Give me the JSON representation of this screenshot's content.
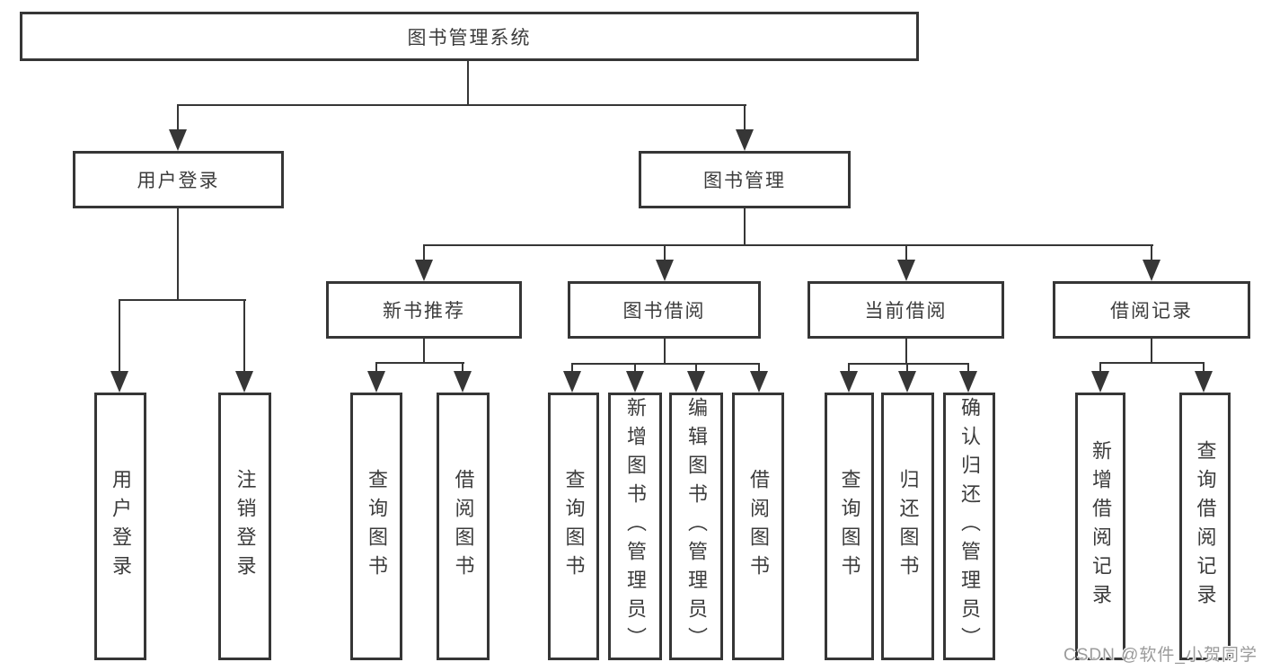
{
  "tree": {
    "label": "图书管理系统",
    "children": [
      {
        "label": "用户登录",
        "children": [
          {
            "label": "用户登录"
          },
          {
            "label": "注销登录"
          }
        ]
      },
      {
        "label": "图书管理",
        "children": [
          {
            "label": "新书推荐",
            "children": [
              {
                "label": "查询图书"
              },
              {
                "label": "借阅图书"
              }
            ]
          },
          {
            "label": "图书借阅",
            "children": [
              {
                "label": "查询图书"
              },
              {
                "label": "新增图书（管理员）"
              },
              {
                "label": "编辑图书（管理员）"
              },
              {
                "label": "借阅图书"
              }
            ]
          },
          {
            "label": "当前借阅",
            "children": [
              {
                "label": "查询图书"
              },
              {
                "label": "归还图书"
              },
              {
                "label": "确认归还（管理员）"
              }
            ]
          },
          {
            "label": "借阅记录",
            "children": [
              {
                "label": "新增借阅记录"
              },
              {
                "label": "查询借阅记录"
              }
            ]
          }
        ]
      }
    ]
  },
  "watermark": "CSDN @软件_小贺同学",
  "colors": {
    "line": "#363636",
    "text": "#3c3c3c",
    "watermark": "#9b9b9b",
    "background": "#ffffff"
  }
}
